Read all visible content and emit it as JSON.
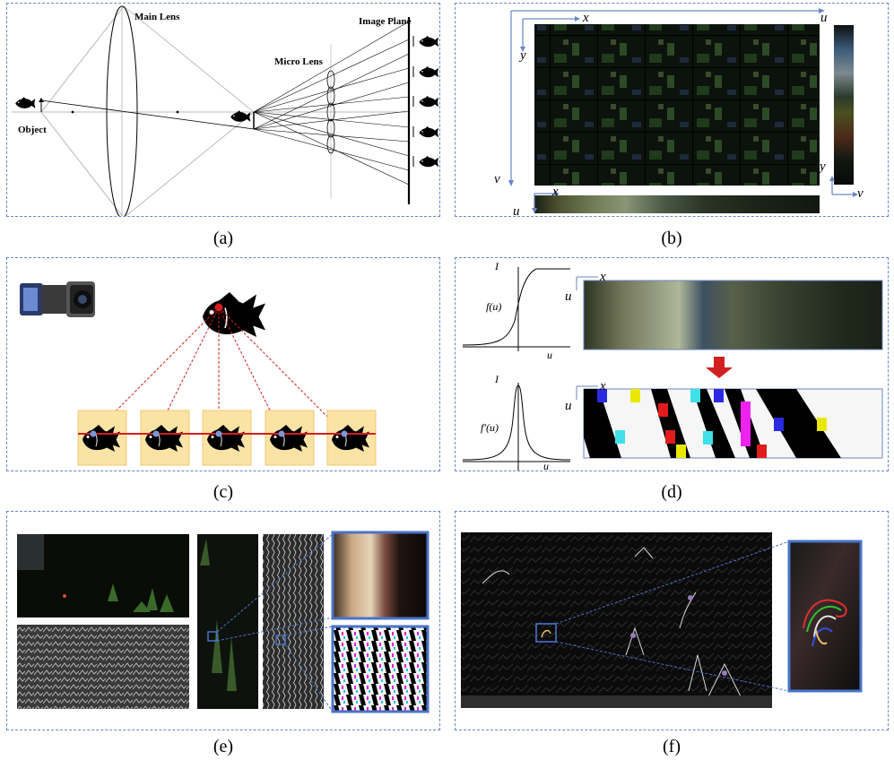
{
  "panels": {
    "a": {
      "caption": "(a)",
      "main_lens": "Main Lens",
      "micro_lens": "Micro Lens",
      "image_plane": "Image Plane",
      "object": "Object"
    },
    "b": {
      "caption": "(b)",
      "axis_x": "x",
      "axis_u": "u",
      "axis_y": "y",
      "axis_v": "v",
      "side_y": "y",
      "side_v": "v",
      "bottom_u": "u",
      "bottom_x": "x"
    },
    "c": {
      "caption": "(c)"
    },
    "d": {
      "caption": "(d)",
      "plot1_y": "I",
      "plot1_f": "f(u)",
      "plot1_x": "u",
      "plot2_y": "I",
      "plot2_f": "f′(u)",
      "plot2_x": "u",
      "strip1_x": "x",
      "strip1_u": "u",
      "strip2_x": "x",
      "strip2_u": "u"
    },
    "e": {
      "caption": "(e)"
    },
    "f": {
      "caption": "(f)"
    }
  },
  "colors": {
    "panel_border": "#6a86c2",
    "ray_red": "#d21f1f",
    "box_fill": "#fbe3a6",
    "box_stroke": "#f0c970",
    "marker_blue": "#7b97d8",
    "zoom_blue": "#4a73c9"
  },
  "icons": [
    "fish-icon",
    "camera-icon",
    "red-down-arrow-icon"
  ]
}
